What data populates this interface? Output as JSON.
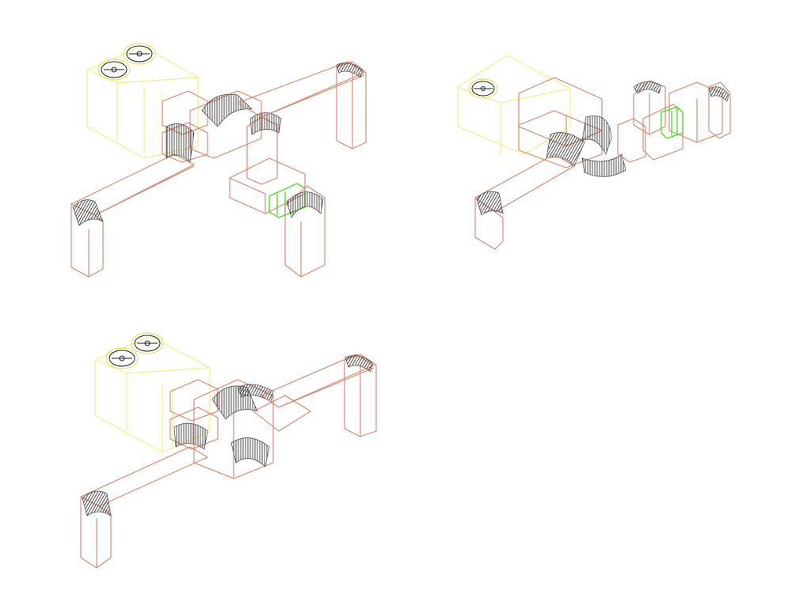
{
  "drawing": {
    "type": "hvac-isometric-duct-layout",
    "views": [
      "isometric-view-a",
      "isometric-view-b",
      "isometric-view-c"
    ],
    "colors": {
      "background": "#ffffff",
      "duct": "#d9826a",
      "air_handling_unit": "#f0f08a",
      "fan": "#1a1a1a",
      "damper": "#44dd22",
      "elbow_hatch": "#222222"
    }
  }
}
